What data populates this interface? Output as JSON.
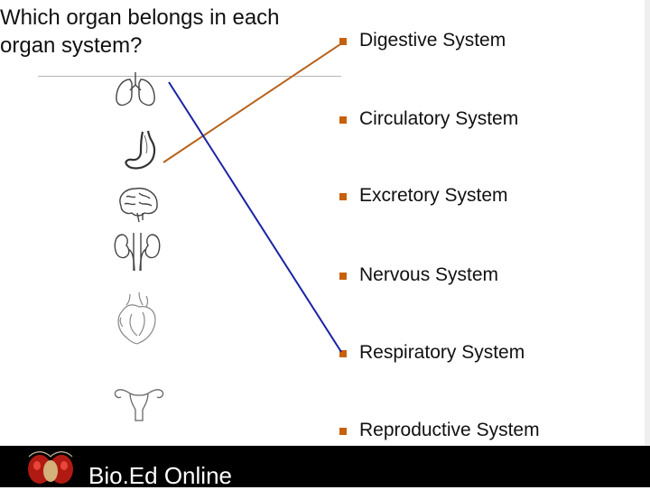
{
  "slide": {
    "title": "Which organ belongs in each organ system?"
  },
  "colors": {
    "accent": "#c8600a",
    "bullet": "#c8600a",
    "answer_line_1": "#b8621b",
    "answer_line_2": "#1a23a3",
    "footer_bg": "#000000"
  },
  "organs": [
    {
      "id": "lungs",
      "icon": "lungs-icon"
    },
    {
      "id": "stomach",
      "icon": "stomach-icon"
    },
    {
      "id": "brain",
      "icon": "brain-icon"
    },
    {
      "id": "kidneys",
      "icon": "kidneys-icon"
    },
    {
      "id": "heart",
      "icon": "heart-icon"
    },
    {
      "id": "uterus",
      "icon": "uterus-icon"
    }
  ],
  "systems": [
    {
      "label": "Digestive System"
    },
    {
      "label": "Circulatory System"
    },
    {
      "label": "Excretory System"
    },
    {
      "label": "Nervous System"
    },
    {
      "label": "Respiratory System"
    },
    {
      "label": "Reproductive System"
    }
  ],
  "connections": [
    {
      "organ": "stomach",
      "system": "Digestive System"
    },
    {
      "organ": "lungs",
      "system": "Respiratory System"
    }
  ],
  "footer": {
    "brand": "Bio.Ed Online",
    "logo_icon": "fly-icon"
  }
}
